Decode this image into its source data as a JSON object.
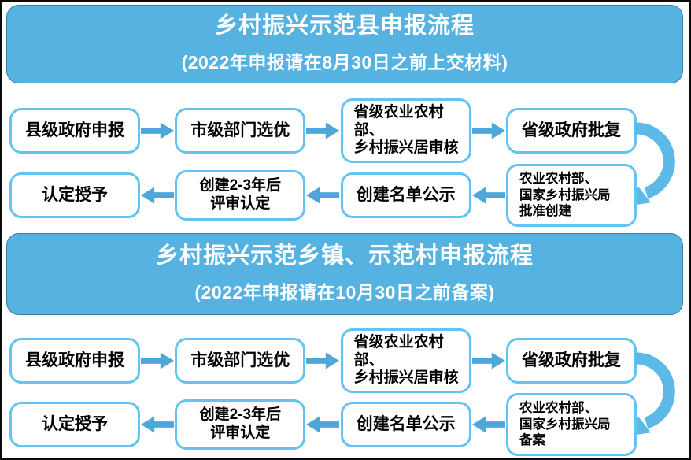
{
  "colors": {
    "banner_fill": "#55B2E1",
    "banner_border": "#3B7CA8",
    "box_border": "#63C3F1",
    "arrow_fill": "#4FA7D9",
    "curve_fill": "#5CB9E8",
    "title_text": "#ffffff",
    "text": "#000000"
  },
  "sections": [
    {
      "title": "乡村振兴示范县申报流程",
      "subtitle": "(2022年申报请在8月30日之前上交材料)",
      "top_row": [
        "县级政府申报",
        "市级部门选优",
        "省级农业农村部、\n乡村振兴居审核",
        "省级政府批复"
      ],
      "bottom_row": [
        "认定授予",
        "创建2-3年后\n评审认定",
        "创建名单公示",
        "农业农村部、\n国家乡村振兴局\n批准创建"
      ]
    },
    {
      "title": "乡村振兴示范乡镇、示范村申报流程",
      "subtitle": "(2022年申报请在10月30日之前备案)",
      "top_row": [
        "县级政府申报",
        "市级部门选优",
        "省级农业农村部、\n乡村振兴居审核",
        "省级政府批复"
      ],
      "bottom_row": [
        "认定授予",
        "创建2-3年后\n评审认定",
        "创建名单公示",
        "农业农村部、\n国家乡村振兴局\n备案"
      ]
    }
  ]
}
